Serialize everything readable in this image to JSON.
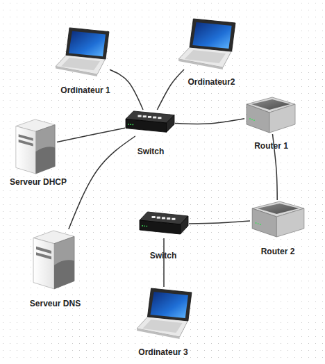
{
  "diagram": {
    "nodes": [
      {
        "text": [
          "Ordinateur 1"
        ]
      },
      {
        "text": [
          "Ordinateur2"
        ]
      },
      {
        "text": [
          "Serveur DHCP"
        ]
      },
      {
        "text": [
          "Switch"
        ]
      },
      {
        "text": [
          "Router 1"
        ]
      },
      {
        "text": [
          "Serveur DNS"
        ]
      },
      {
        "text": [
          "Switch"
        ]
      },
      {
        "text": [
          "Router 2"
        ]
      },
      {
        "text": [
          "Ordinateur 3"
        ]
      }
    ],
    "edges": [
      {
        "from": 0,
        "to": 3,
        "arrow": "none"
      },
      {
        "from": 1,
        "to": 3,
        "arrow": "none"
      },
      {
        "from": 2,
        "to": 3,
        "arrow": "none"
      },
      {
        "from": 5,
        "to": 3,
        "arrow": "none"
      },
      {
        "from": 3,
        "to": 4,
        "arrow": "none"
      },
      {
        "from": 4,
        "to": 7,
        "arrow": "none"
      },
      {
        "from": 7,
        "to": 6,
        "arrow": "none"
      },
      {
        "from": 6,
        "to": 8,
        "arrow": "none"
      }
    ]
  }
}
